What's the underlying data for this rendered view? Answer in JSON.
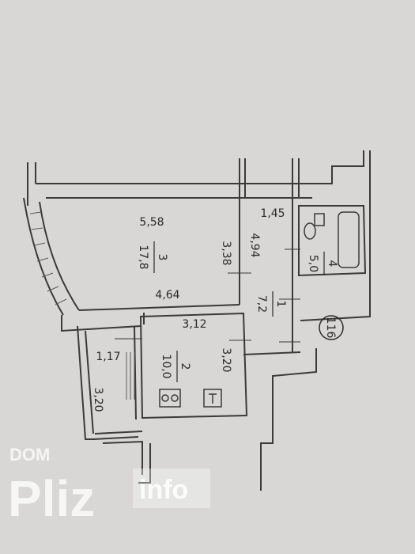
{
  "plan": {
    "unit_no": "116",
    "rooms": [
      {
        "id": "3",
        "area": "17,8"
      },
      {
        "id": "2",
        "area": "10,0"
      },
      {
        "id": "1",
        "area": "7,2"
      },
      {
        "id": "4",
        "area": "5,0"
      }
    ],
    "dims": {
      "room3_top": "5,58",
      "room3_bottom": "4,64",
      "room3_side": "3,38",
      "corridor_top": "1,45",
      "corridor_side": "4,94",
      "kitchen_top": "3,12",
      "kitchen_side": "3,20",
      "balcony_top": "1,17",
      "balcony_side": "3,20"
    }
  },
  "watermark": {
    "small": "DOM",
    "big": "Pliz",
    "badge": "info"
  }
}
